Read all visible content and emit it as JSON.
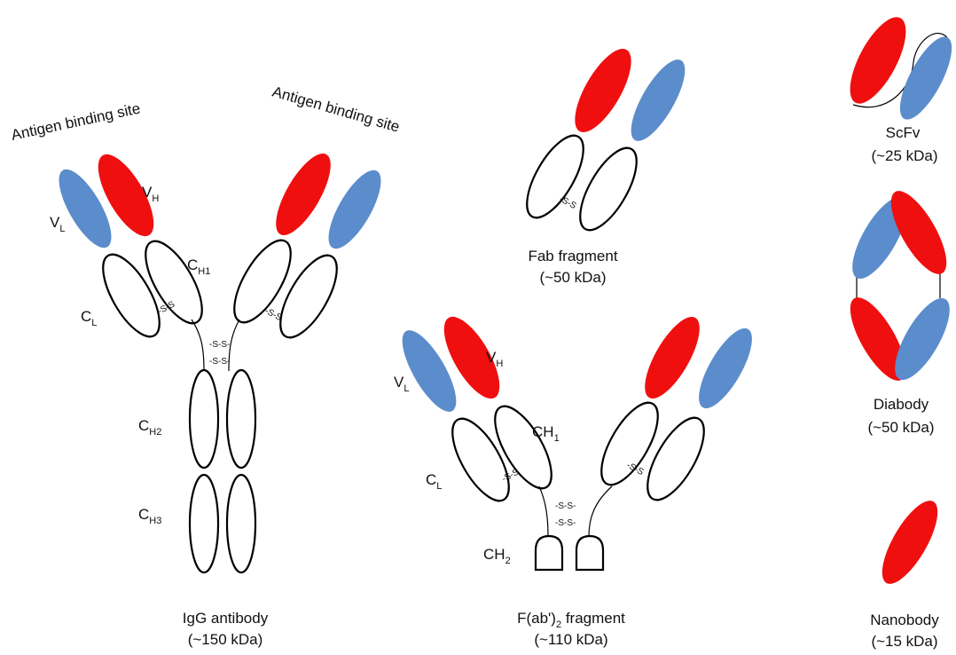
{
  "colors": {
    "heavy_variable": "#f00f0f",
    "light_variable": "#5b8ccc",
    "constant_outline": "#000000"
  },
  "labels": {
    "antigen_binding_site": "Antigen binding site",
    "v": "V",
    "c": "C",
    "sub_l": "L",
    "sub_h": "H",
    "sub_h1": "H1",
    "sub_h2": "H2",
    "sub_h3": "H3",
    "ch": "CH",
    "sub_1": "1",
    "sub_2": "2",
    "disulfide": "-S-S-",
    "disulfide_short": "-S-S"
  },
  "igg": {
    "name": "IgG antibody",
    "mass": "(~150 kDa)"
  },
  "fab": {
    "name": "Fab fragment",
    "mass": "(~50 kDa)"
  },
  "fab2": {
    "name_prefix": "F(ab')",
    "name_sub": "2",
    "name_suffix": " fragment",
    "mass": "(~110 kDa)"
  },
  "scfv": {
    "name": "ScFv",
    "mass": "(~25 kDa)"
  },
  "diabody": {
    "name": "Diabody",
    "mass": "(~50 kDa)"
  },
  "nanobody": {
    "name": "Nanobody",
    "mass": "(~15 kDa)"
  }
}
